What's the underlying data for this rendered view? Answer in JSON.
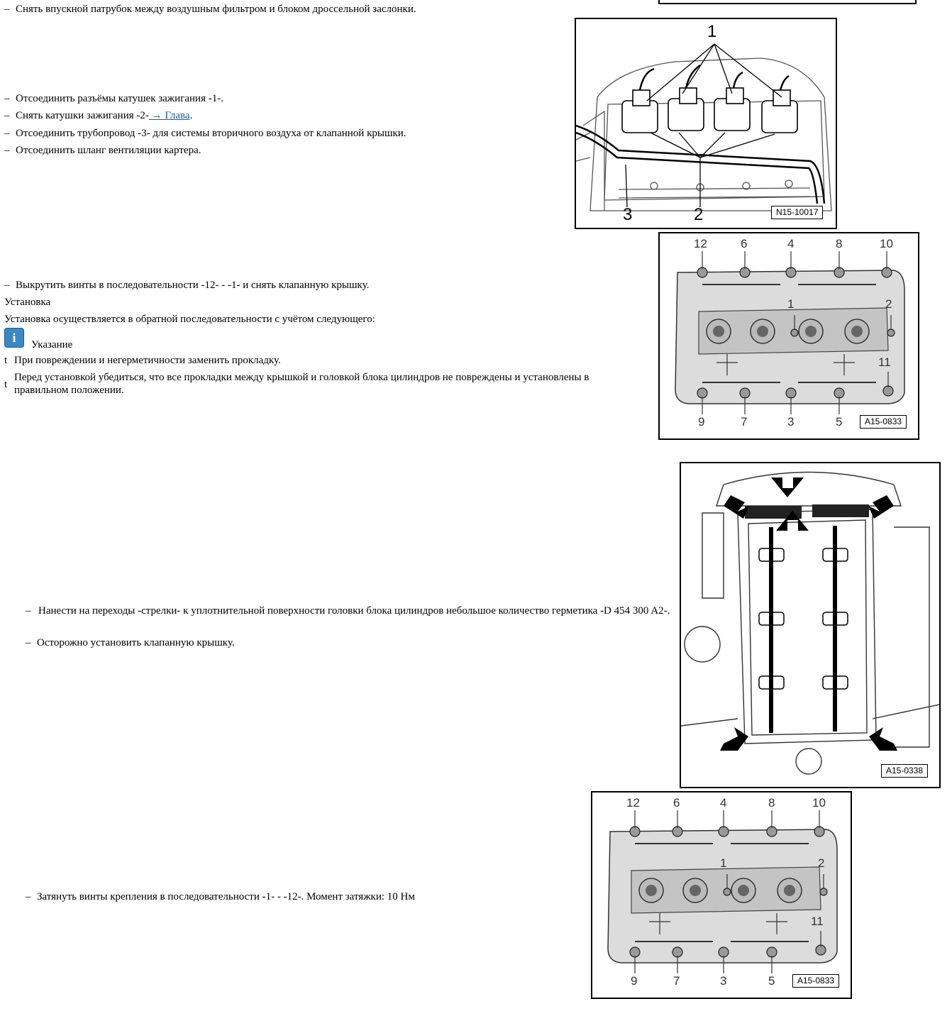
{
  "steps": {
    "s1": "Снять впускной патрубок между воздушным фильтром и блоком дроссельной заслонки.",
    "s2": "Отсоединить разъёмы катушек зажигания -1-.",
    "s3_text": "Снять катушки зажигания -2-",
    "s3_link": " → Глава",
    "s4": "Отсоединить трубопровод -3- для системы вторичного воздуха от клапанной крышки.",
    "s5": "Отсоединить шланг вентиляции картера.",
    "s6": "Выкрутить винты в последовательности -12- - -1- и снять клапанную крышку.",
    "install_heading": "Установка",
    "install_intro": "Установка осуществляется в обратной последовательности с учётом следующего:",
    "note_title": "Указание",
    "note_bullet": "t",
    "note1": "При повреждении и негерметичности заменить прокладку.",
    "note2": "Перед установкой убедиться, что все прокладки между крышкой и головкой блока цилиндров не повреждены и установлены в правильном положении.",
    "s7": "Нанести на переходы -стрелки- к уплотнительной поверхности головки блока цилиндров небольшое количество герметика -D 454 300 A2-.",
    "s8": "Осторожно установить клапанную крышку.",
    "s9": "Затянуть винты крепления в последовательности -1- - -12-. Момент затяжки: 10 Нм",
    "dash": "–"
  },
  "figures": {
    "fig1": {
      "label": "N15-10017",
      "callouts": [
        "1",
        "2",
        "3"
      ]
    },
    "fig2": {
      "label": "A15-0833",
      "top_nums": [
        "12",
        "6",
        "4",
        "8",
        "10"
      ],
      "mid_nums": [
        "1",
        "2",
        "11"
      ],
      "bottom_nums": [
        "9",
        "7",
        "3",
        "5"
      ]
    },
    "fig3": {
      "label": "A15-0338"
    },
    "fig4": {
      "label": "A15-0833",
      "top_nums": [
        "12",
        "6",
        "4",
        "8",
        "10"
      ],
      "mid_nums": [
        "1",
        "2",
        "11"
      ],
      "bottom_nums": [
        "9",
        "7",
        "3",
        "5"
      ]
    }
  },
  "icons": {
    "note": "info-icon"
  }
}
